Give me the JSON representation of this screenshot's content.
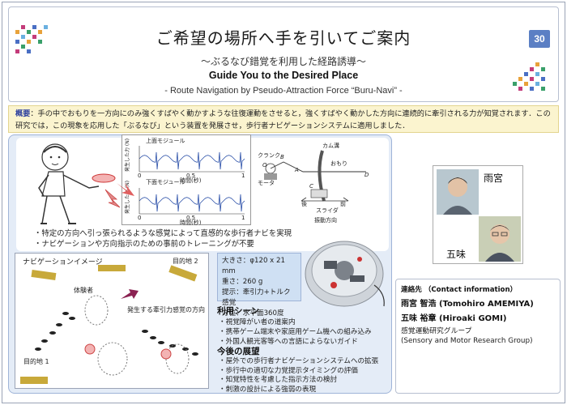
{
  "header": {
    "title_jp": "ご希望の場所へ手を引いてご案内",
    "subtitle_jp": "～ぶるなび錯覚を利用した経路誘導～",
    "title_en": "Guide You to the Desired Place",
    "subtitle_en": "- Route Navigation by Pseudo-Attraction Force “Buru-Navi” -",
    "page_number": "30"
  },
  "summary": {
    "label": "概要",
    "text_line1": "：手の中でおもりを一方向にのみ強くすばやく動かすような往復運動をさせると，強くすばやく動かした方向に連続的に牽引される力が知覚されます．この",
    "text_line2": "研究では，この現象を応用した「ぶるなび」という装置を発展させ，歩行者ナビゲーションシステムに適用しました．"
  },
  "figure": {
    "upper_module": "上面モジュール",
    "lower_module": "下面モジュール",
    "ylabel": "発生した力 (N)",
    "xlabel": "時間(秒)",
    "tick_0": "0",
    "tick_05": "0.5",
    "tick_1": "1",
    "crank": "クランク",
    "motor": "モータ",
    "cam": "カム溝",
    "weight": "おもり",
    "slider": "スライダ",
    "back": "後",
    "front": "前",
    "direction": "振動方向",
    "pt_o": "O",
    "pt_b": "B",
    "pt_a": "A",
    "pt_c": "C",
    "pt_d": "D"
  },
  "bullets_top": [
    "特定の方向へ引っ張られるような感覚によって直感的な歩行者ナビを実現",
    "ナビゲーションや方向指示のための事前のトレーニングが不要"
  ],
  "nav_image": {
    "title": "ナビゲーションイメージ",
    "goal1": "目的地 1",
    "goal2": "目的地 2",
    "person": "体験者",
    "force": "発生する牽引力感覚の方向"
  },
  "spec": {
    "size": "大きさ：φ120 x 21 mm",
    "weight": "重さ：260 g",
    "presentation": "提示：牽引力+トルク感覚",
    "direction": "方位：水平面360度"
  },
  "use_scene": {
    "heading": "利用シーン",
    "items": [
      "視覚障がい者の道案内",
      "携帯ゲーム端末や家庭用ゲーム機への組み込み",
      "外国人観光客等への言語によらないガイド"
    ]
  },
  "future": {
    "heading": "今後の展望",
    "items": [
      "屋外での歩行者ナビゲーションシステムへの拡張",
      "歩行中の適切な力覚提示タイミングの評価",
      "知覚特性を考慮した指示方法の検討",
      "刺激の設計による強弱の表現"
    ]
  },
  "people": {
    "person1": "雨宮",
    "person2": "五味"
  },
  "contact": {
    "label": "連絡先 （Contact information）",
    "name1": "雨宮 智浩 (Tomohiro AMEMIYA)",
    "name2": "五味 裕章 (Hiroaki GOMI)",
    "group_jp": "感覚運動研究グループ",
    "group_en": "(Sensory and Motor Research Group)"
  },
  "colors": {
    "accent": "#5b7fc4",
    "summary_bg": "#fbf4cf",
    "panel_bg": "#e4ecf7",
    "force_arrow": "#8b2252"
  }
}
